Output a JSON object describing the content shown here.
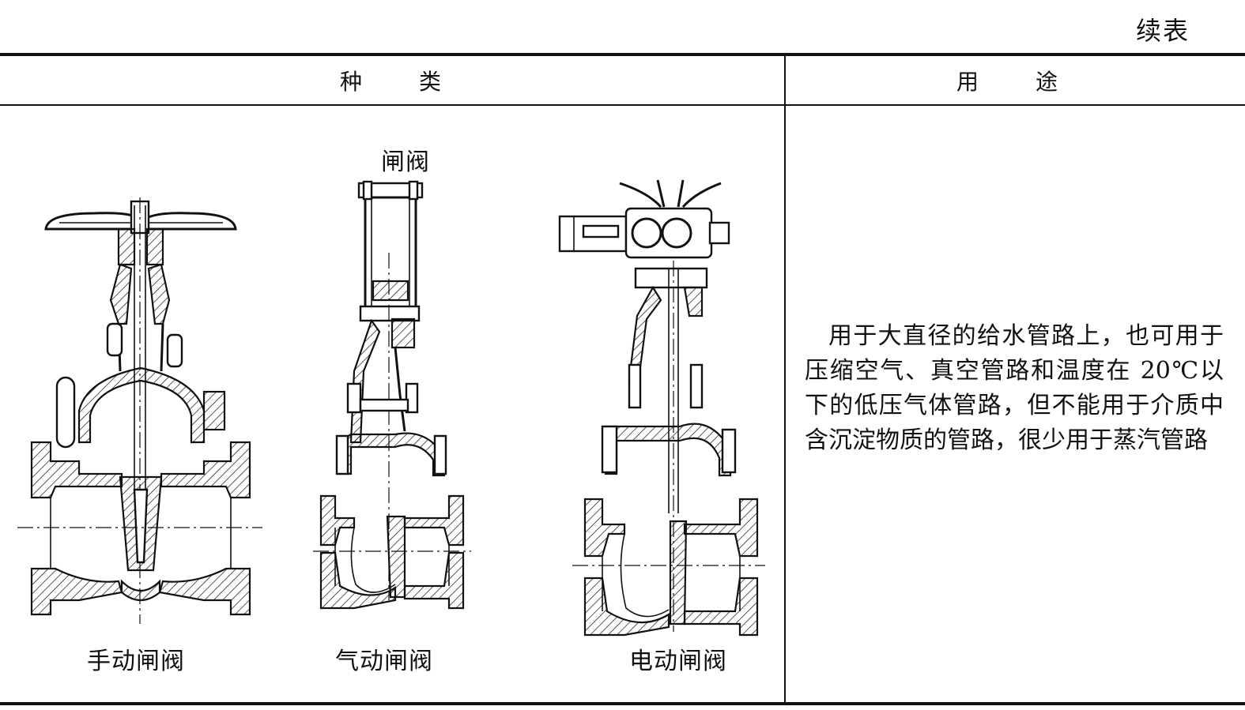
{
  "continued_label": "续表",
  "header": {
    "kind": [
      "种",
      "类"
    ],
    "use": [
      "用",
      "途"
    ]
  },
  "figure_title": "闸阀",
  "valves": [
    {
      "caption": "手动闸阀",
      "icon": "manual-gate-valve-drawing"
    },
    {
      "caption": "气动闸阀",
      "icon": "pneumatic-gate-valve-drawing"
    },
    {
      "caption": "电动闸阀",
      "icon": "electric-gate-valve-drawing"
    }
  ],
  "usage_text": "用于大直径的给水管路上，也可用于压缩空气、真空管路和温度在 20℃以下的低压气体管路，但不能用于介质中含沉淀物质的管路，很少用于蒸汽管路"
}
